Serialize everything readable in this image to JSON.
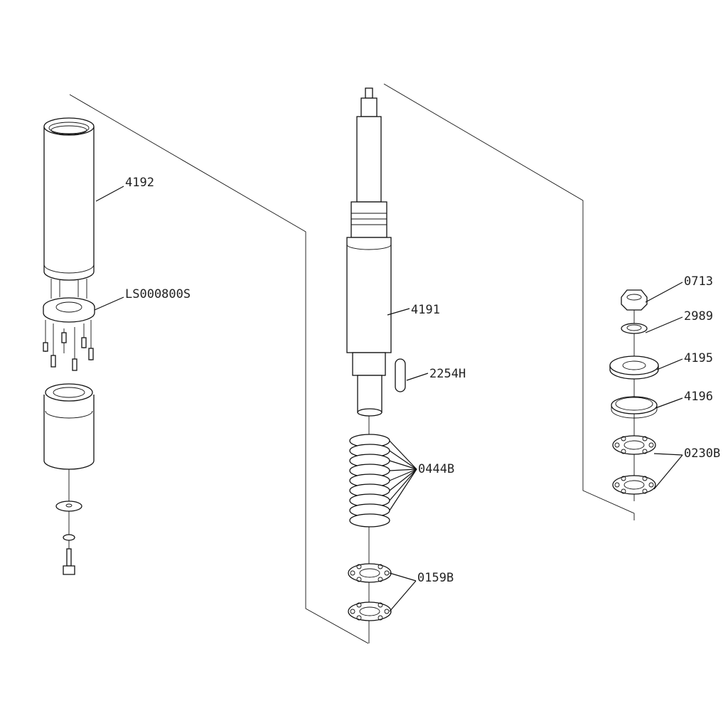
{
  "labels": {
    "l4192": "4192",
    "lLS": "LS000800S",
    "l4191": "4191",
    "l2254H": "2254H",
    "l0444B": "0444B",
    "l0159B": "0159B",
    "l0713": "0713",
    "l2989": "2989",
    "l4195": "4195",
    "l4196": "4196",
    "l0230B": "0230B"
  }
}
